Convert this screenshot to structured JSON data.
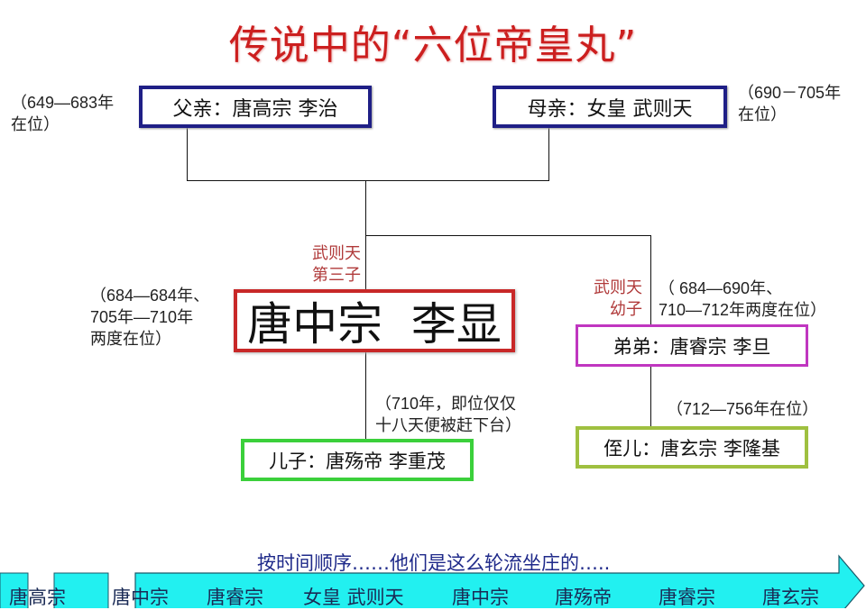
{
  "title": "传说中的“六位帝皇丸”",
  "colors": {
    "title": "#cc1f1f",
    "parent_border": "#1f1f86",
    "main_border": "#c82828",
    "brother_border": "#c036c0",
    "son_border": "#3bd03b",
    "nephew_border": "#9fc040",
    "timeline_fill": "#22f0f0",
    "caption": "#1f2a8a"
  },
  "nodes": {
    "father": {
      "label": "父亲：唐高宗 李治",
      "reign": [
        "（649—683年",
        "在位）"
      ]
    },
    "mother": {
      "label": "母亲：女皇 武则天",
      "reign": [
        "（690－705年",
        "在位）"
      ]
    },
    "zhongzong": {
      "label": "唐中宗  李显",
      "relation": [
        "武则天",
        "第三子"
      ],
      "reign": [
        "（684—684年、",
        "705年—710年",
        "两度在位）"
      ]
    },
    "ruizong": {
      "label": "弟弟：唐睿宗 李旦",
      "relation": [
        "武则天",
        "幼子"
      ],
      "reign": [
        "（ 684—690年、",
        "710—712年两度在位）"
      ]
    },
    "shangdi": {
      "label": "儿子：唐殇帝 李重茂",
      "reign": [
        "（710年，即位仅仅",
        "十八天便被赶下台）"
      ]
    },
    "xuanzong": {
      "label": "侄儿：唐玄宗 李隆基",
      "reign": [
        "（712—756年在位）"
      ]
    }
  },
  "timeline": {
    "caption": "按时间顺序……他们是这么轮流坐庄的…..",
    "items": [
      "唐高宗",
      "唐中宗",
      "唐睿宗",
      "女皇 武则天",
      "唐中宗",
      "唐殇帝",
      "唐睿宗",
      "唐玄宗"
    ]
  }
}
